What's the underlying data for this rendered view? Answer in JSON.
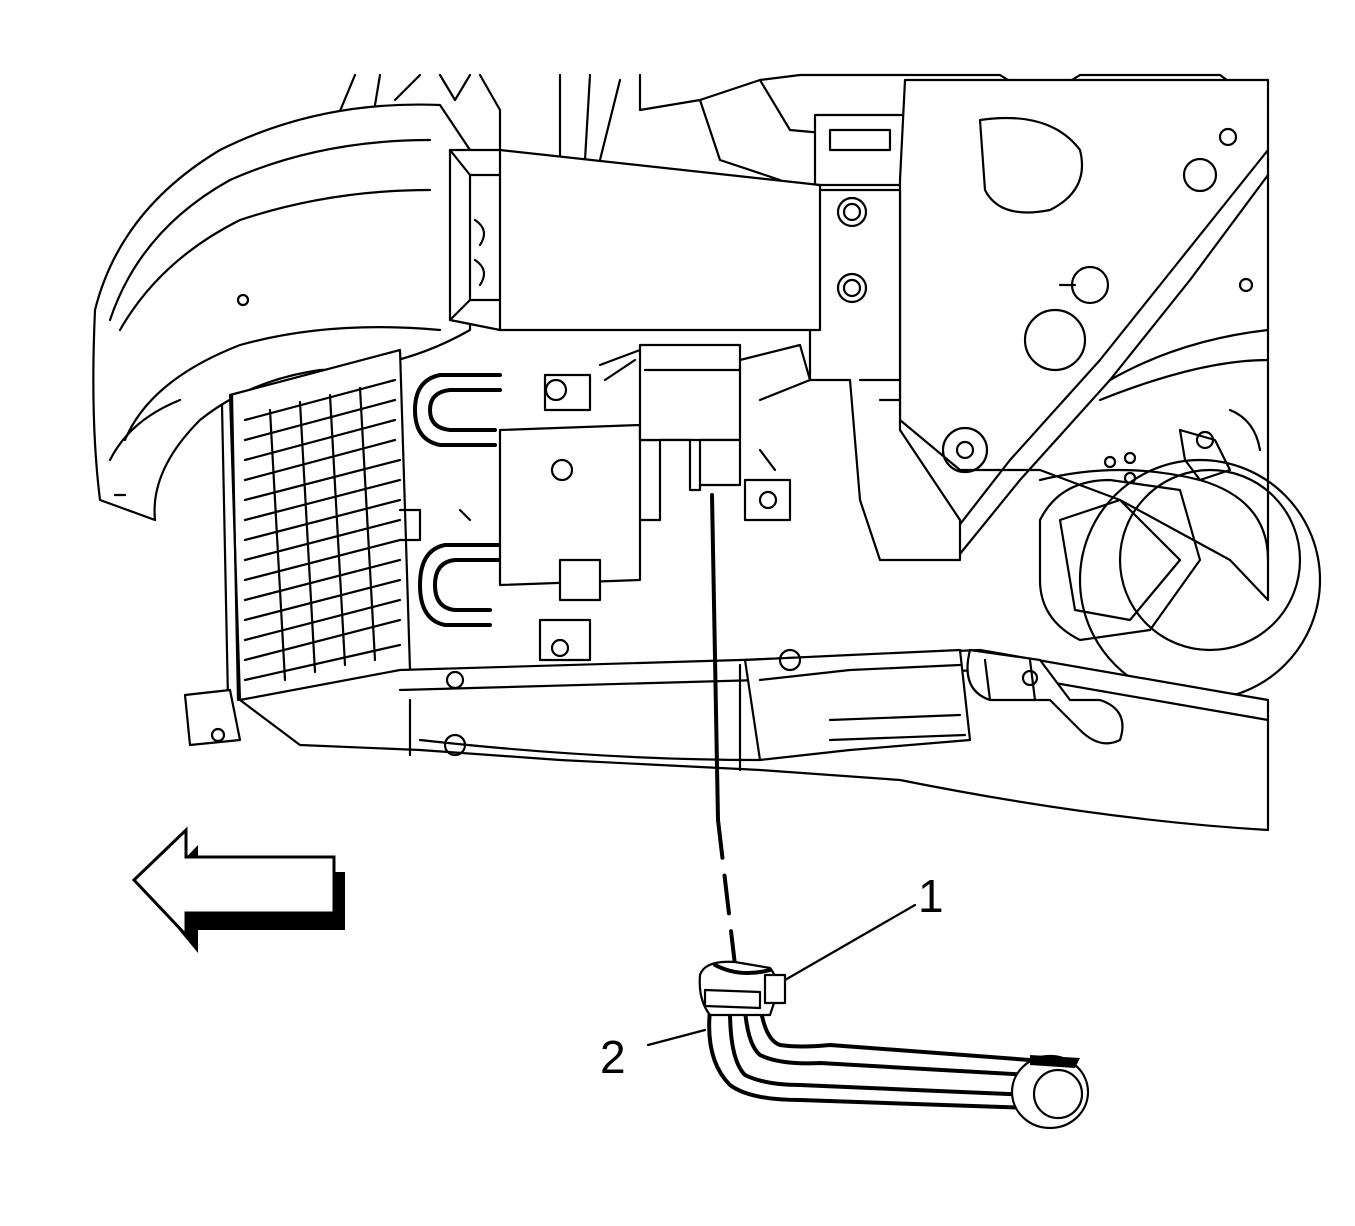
{
  "callouts": [
    {
      "id": "1",
      "text": "1"
    },
    {
      "id": "2",
      "text": "2"
    }
  ],
  "icons": {
    "direction_arrow": "arrow-left-icon"
  },
  "colors": {
    "line": "#000000",
    "background": "#ffffff"
  }
}
